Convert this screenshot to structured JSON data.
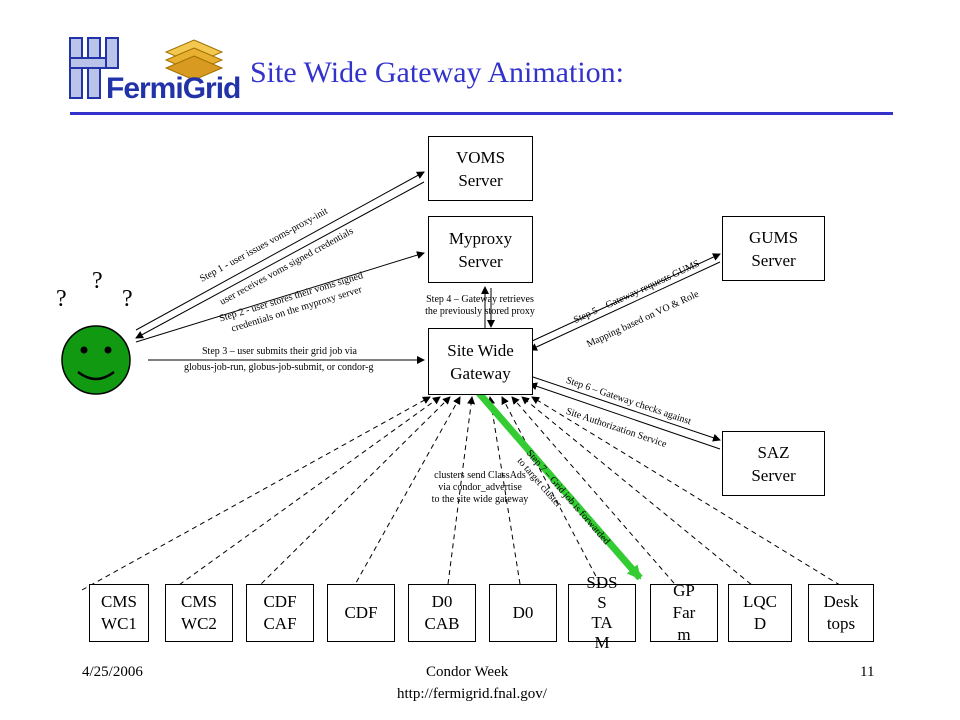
{
  "slide": {
    "title": "Site Wide Gateway Animation:",
    "logo_text": "FermiGrid",
    "colors": {
      "title": "#3333cc",
      "logo_blue": "#2233aa",
      "face": "#119911",
      "arrow": "#33cc33"
    }
  },
  "servers": {
    "voms": "VOMS\nServer",
    "myproxy": "Myproxy\nServer",
    "gateway": "Site Wide\nGateway",
    "gums": "GUMS\nServer",
    "saz": "SAZ\nServer"
  },
  "user": {
    "question_marks": [
      "?",
      "?",
      "?"
    ],
    "icon": "smiley-face-icon"
  },
  "steps": {
    "step1": "Step 1 - user issues voms-proxy-init",
    "step1b": "user receives voms signed credentials",
    "step2a": "Step 2 - user stores their voms signed",
    "step2b": "credentials on the myproxy server",
    "step3a": "Step 3 – user submits their grid job via",
    "step3b": "globus-job-run, globus-job-submit, or condor-g",
    "step4": "Step 4 – Gateway retrieves\nthe previously stored proxy",
    "step5a": "Step 5 – Gateway requests GUMS",
    "step5b": "Mapping based on VO & Role",
    "step6a": "Step 6 – Gateway checks against",
    "step6b": "Site Authorization Service",
    "step7": "Step 7 – Grid job is forwarded\nto target cluster",
    "classads": "clusters send ClassAds\nvia condor_advertise\nto the site wide gateway"
  },
  "clusters": [
    "CMS\nWC1",
    "CMS\nWC2",
    "CDF\nCAF",
    "CDF",
    "D0\nCAB",
    "D0",
    "SDS\nS\nTA\nM",
    "GP\nFar\nm",
    "LQC\nD",
    "Desk\ntops"
  ],
  "footer": {
    "date": "4/25/2006",
    "center": "Condor Week",
    "url": "http://fermigrid.fnal.gov/",
    "page": "11"
  }
}
